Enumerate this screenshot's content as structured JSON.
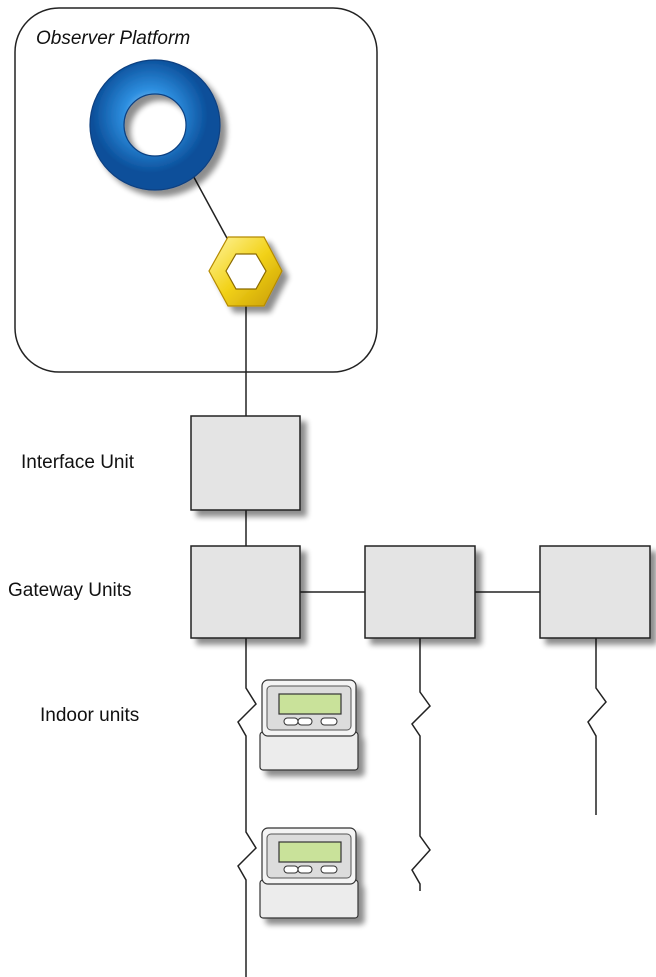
{
  "platform": {
    "title": "Observer Platform"
  },
  "labels": {
    "interface_unit": "Interface Unit",
    "gateway_units": "Gateway Units",
    "indoor_units": "Indoor units"
  },
  "colors": {
    "ring_blue": "#1e78c8",
    "hex_yellow": "#f2d21a",
    "box_fill": "#e4e4e4",
    "lcd_green": "#c9e29a"
  },
  "icons": [
    "ring-icon",
    "hex-nut-icon",
    "controller-icon"
  ]
}
